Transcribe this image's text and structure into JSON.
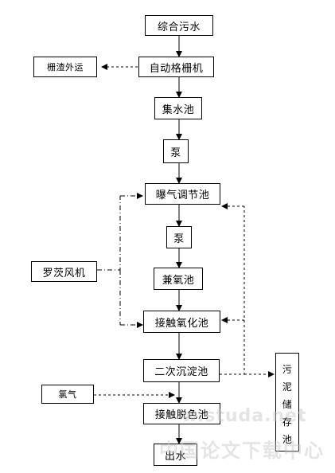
{
  "nodes": {
    "raw_water": "综合污水",
    "auto_screen": "自动格栅机",
    "screen_waste": "栅渣外运",
    "collection_tank": "集水池",
    "pump_1": "泵",
    "aeration_tank": "曝气调节池",
    "pump_2": "泵",
    "anoxic_tank": "兼氧池",
    "roots_blower": "罗茨风机",
    "contact_oxidation": "接触氧化池",
    "secondary_sedimentation": "二次沉淀池",
    "sludge_storage": "污泥储存池",
    "chlorine": "氯气",
    "contact_decolor": "接触脱色池",
    "effluent": "出水"
  },
  "watermark": {
    "url_text": "w.studa.net",
    "site_text": "中国论文下载中心"
  },
  "colors": {
    "line": "#000000",
    "watermark": "#c3c3c3"
  }
}
